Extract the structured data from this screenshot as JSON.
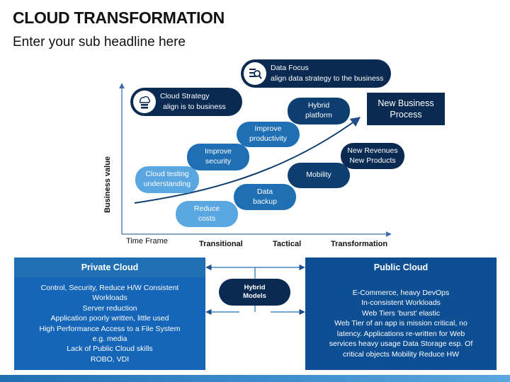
{
  "header": {
    "title": "CLOUD TRANSFORMATION",
    "subtitle": "Enter your sub headline here"
  },
  "callouts": {
    "data_focus": {
      "title": "Data Focus",
      "desc": "align data strategy to the business",
      "icon": "data-search-icon"
    },
    "cloud_strategy": {
      "title": "Cloud Strategy",
      "desc": "align is to business",
      "icon": "cloud-server-icon"
    }
  },
  "target": {
    "line1": "New Business",
    "line2": "Process"
  },
  "steps": [
    {
      "line1": "Cloud testing",
      "line2": "understanding"
    },
    {
      "line1": "Improve",
      "line2": "security"
    },
    {
      "line1": "Improve",
      "line2": "productivity"
    },
    {
      "line1": "Hybrid",
      "line2": "platform"
    },
    {
      "line1": "Reduce",
      "line2": "costs"
    },
    {
      "line1": "Data",
      "line2": "backup"
    },
    {
      "line1": "Mobility",
      "line2": ""
    },
    {
      "line1": "New Revenues",
      "line2": "New Products"
    }
  ],
  "axes": {
    "y_label": "Business value",
    "x_label": "Time Frame",
    "phases": [
      "Transitional",
      "Tactical",
      "Transformation"
    ]
  },
  "private_cloud": {
    "title": "Private Cloud",
    "lines": [
      "Control, Security, Reduce H/W Consistent",
      "Workloads",
      "Server reduction",
      "Application poorly written, little used",
      "High Performance Access to a File System",
      "e.g. media",
      "Lack of Public Cloud skills",
      "ROBO, VDI"
    ]
  },
  "public_cloud": {
    "title": "Public Cloud",
    "lines": [
      "E-Commerce, heavy DevOps",
      "In-consistent Workloads",
      "Web Tiers ‘burst’ elastic",
      "Web Tier of an app is mission critical, no",
      "latency. Applications re-written for Web",
      "services heavy usage  Data Storage esp. Of",
      "critical objects  Mobility Reduce HW"
    ]
  },
  "hybrid": {
    "line1": "Hybrid",
    "line2": "Models"
  },
  "colors": {
    "light": "#5aa6e0",
    "mid": "#1f6fb4",
    "dark": "#0e3d70",
    "navy": "#0a2a52",
    "panel_head": "#1f6fb4",
    "panel_body": "#1565b8"
  }
}
